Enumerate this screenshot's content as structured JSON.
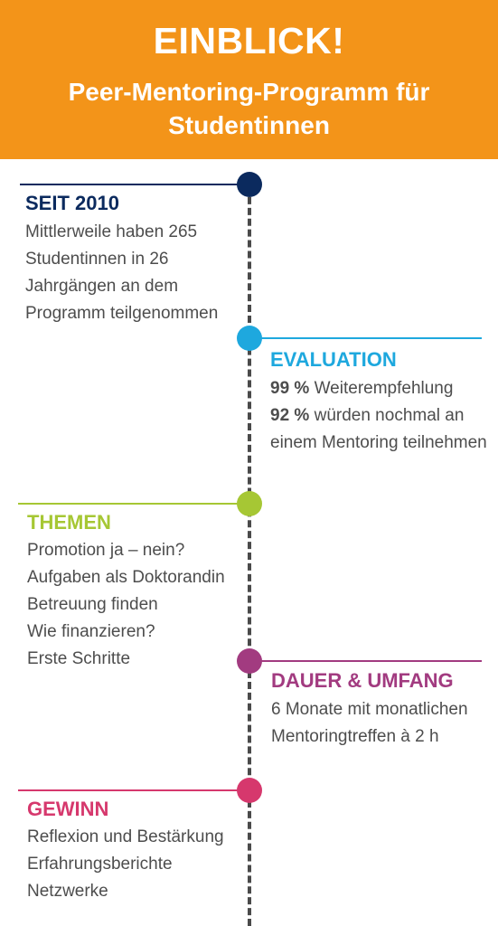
{
  "colors": {
    "header_bg": "#f39419",
    "navy": "#0b2a5e",
    "cyan": "#1ea8de",
    "green": "#a6c734",
    "purple": "#a23b80",
    "pink": "#d6386d",
    "timeline": "#4a4a4a"
  },
  "header": {
    "title": "EINBLICK!",
    "subtitle_line1": "Peer-Mentoring-Programm für",
    "subtitle_line2": "Studentinnen"
  },
  "sections": {
    "seit": {
      "heading": "SEIT 2010",
      "lines": [
        "Mittlerweile haben 265",
        "Studentinnen in 26",
        "Jahrgängen an dem",
        "Programm teilgenommen"
      ]
    },
    "evaluation": {
      "heading": "EVALUATION",
      "stat1_value": "99 %",
      "stat1_text": " Weiterempfehlung",
      "stat2_value": "92 %",
      "stat2_text": " würden nochmal an",
      "stat2_cont": "einem Mentoring teilnehmen"
    },
    "themen": {
      "heading": "THEMEN",
      "lines": [
        "Promotion ja – nein?",
        "Aufgaben als Doktorandin",
        "Betreuung finden",
        "Wie finanzieren?",
        "Erste Schritte"
      ]
    },
    "dauer": {
      "heading": "DAUER & UMFANG",
      "lines": [
        "6 Monate mit monatlichen",
        "Mentoringtreffen à 2 h"
      ]
    },
    "gewinn": {
      "heading": "GEWINN",
      "lines": [
        "Reflexion und Bestärkung",
        "Erfahrungsberichte",
        "Netzwerke"
      ]
    }
  }
}
